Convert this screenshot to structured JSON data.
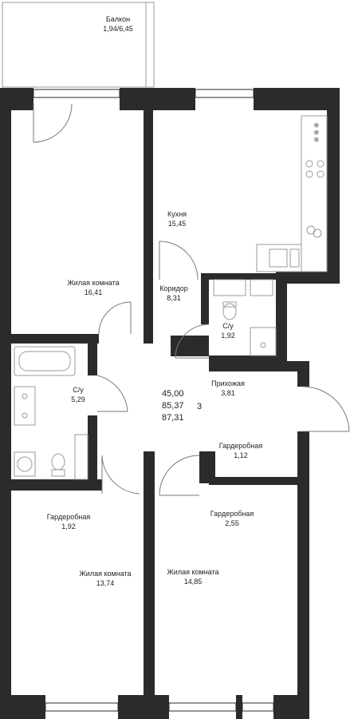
{
  "plan": {
    "colors": {
      "wall": "#2b2b2b",
      "fixture": "#9a9a9a",
      "door": "#7a7a7a"
    },
    "rooms": [
      {
        "id": "balcony",
        "name": "Балкон",
        "area": "1,94/6,45"
      },
      {
        "id": "living-1",
        "name": "Жилая комната",
        "area": "16,41"
      },
      {
        "id": "kitchen",
        "name": "Кухня",
        "area": "15,45"
      },
      {
        "id": "corridor",
        "name": "Коридор",
        "area": "8,31"
      },
      {
        "id": "wc-small",
        "name": "С/у",
        "area": "1,92"
      },
      {
        "id": "bath",
        "name": "С/у",
        "area": "5,29"
      },
      {
        "id": "hall",
        "name": "Прихожая",
        "area": "3,81"
      },
      {
        "id": "closet-1",
        "name": "Гардеробная",
        "area": "1,12"
      },
      {
        "id": "closet-2",
        "name": "Гардеробная",
        "area": "1,92"
      },
      {
        "id": "closet-3",
        "name": "Гардеробная",
        "area": "2,55"
      },
      {
        "id": "living-2",
        "name": "Жилая комната",
        "area": "13,74"
      },
      {
        "id": "living-3",
        "name": "Жилая комната",
        "area": "14,85"
      }
    ],
    "summary": {
      "living": "45,00",
      "total": "85,37",
      "total_balcony": "87,31",
      "rooms_count": "3"
    }
  }
}
